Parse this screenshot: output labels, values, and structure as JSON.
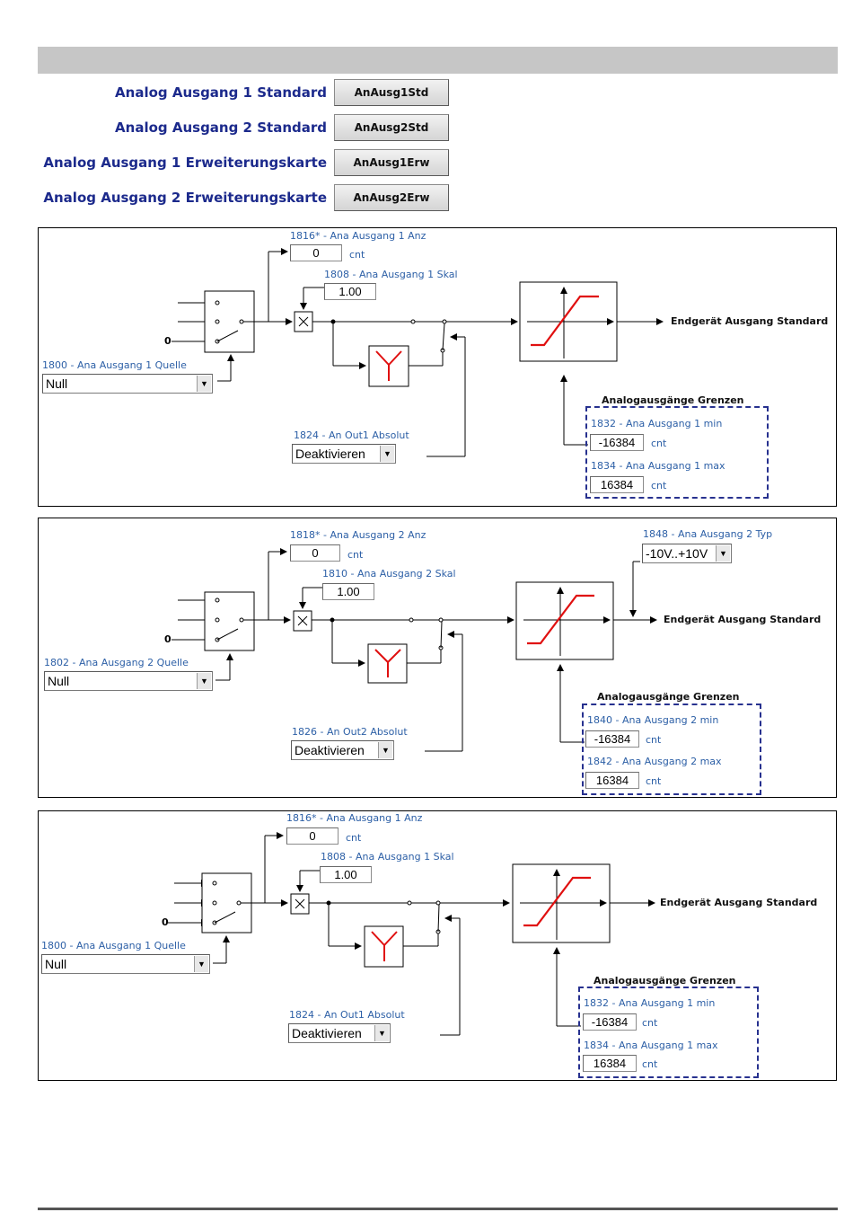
{
  "nav": [
    {
      "label": "Analog Ausgang 1 Standard",
      "button": "AnAusg1Std"
    },
    {
      "label": "Analog Ausgang 2 Standard",
      "button": "AnAusg2Std"
    },
    {
      "label": "Analog Ausgang 1 Erweiterungskarte",
      "button": "AnAusg1Erw"
    },
    {
      "label": "Analog Ausgang 2 Erweiterungskarte",
      "button": "AnAusg2Erw"
    }
  ],
  "panels": [
    {
      "display_label": "1816* - Ana Ausgang 1 Anz",
      "display_value": "0",
      "display_unit": "cnt",
      "scale_label": "1808 - Ana Ausgang 1 Skal",
      "scale_value": "1.00",
      "source_label": "1800 - Ana Ausgang 1 Quelle",
      "source_value": "Null",
      "zero_input": "0",
      "absolute_label": "1824 - An Out1 Absolut",
      "absolute_value": "Deaktivieren",
      "end_label": "Endgerät Ausgang Standard",
      "limits_title": "Analogausgänge Grenzen",
      "min_label": "1832 - Ana Ausgang 1 min",
      "min_value": "-16384",
      "min_unit": "cnt",
      "max_label": "1834 - Ana Ausgang 1 max",
      "max_value": "16384",
      "max_unit": "cnt"
    },
    {
      "display_label": "1818* - Ana Ausgang 2 Anz",
      "display_value": "0",
      "display_unit": "cnt",
      "scale_label": "1810 - Ana Ausgang 2 Skal",
      "scale_value": "1.00",
      "source_label": "1802 - Ana Ausgang 2 Quelle",
      "source_value": "Null",
      "zero_input": "0",
      "absolute_label": "1826 - An Out2 Absolut",
      "absolute_value": "Deaktivieren",
      "end_label": "Endgerät Ausgang Standard",
      "type_label": "1848 - Ana Ausgang 2 Typ",
      "type_value": "-10V..+10V",
      "limits_title": "Analogausgänge Grenzen",
      "min_label": "1840 - Ana Ausgang 2 min",
      "min_value": "-16384",
      "min_unit": "cnt",
      "max_label": "1842 - Ana Ausgang 2 max",
      "max_value": "16384",
      "max_unit": "cnt"
    },
    {
      "display_label": "1816* - Ana Ausgang 1 Anz",
      "display_value": "0",
      "display_unit": "cnt",
      "scale_label": "1808 - Ana Ausgang 1 Skal",
      "scale_value": "1.00",
      "source_label": "1800 - Ana Ausgang 1 Quelle",
      "source_value": "Null",
      "zero_input": "0",
      "absolute_label": "1824 - An Out1 Absolut",
      "absolute_value": "Deaktivieren",
      "end_label": "Endgerät Ausgang Standard",
      "limits_title": "Analogausgänge Grenzen",
      "min_label": "1832 - Ana Ausgang 1 min",
      "min_value": "-16384",
      "min_unit": "cnt",
      "max_label": "1834 - Ana Ausgang 1 max",
      "max_value": "16384",
      "max_unit": "cnt"
    }
  ],
  "colors": {
    "accent": "#1c2a8c",
    "param_text": "#2c5fa6",
    "curve": "#e01010",
    "limits_border": "#27318f"
  }
}
